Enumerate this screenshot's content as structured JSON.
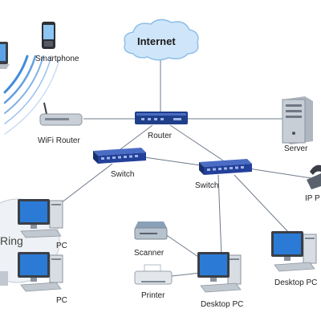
{
  "diagram": {
    "background": "#ffffff",
    "colors": {
      "link": "#6e7b8b",
      "wifi_wave": "#2f7fd6",
      "cloud": "#cfe6fa",
      "cloud_stroke": "#8fbfe8",
      "router_body": "#1f3f8a",
      "switch_body": "#23409a",
      "monitor_screen": "#2b7bd6",
      "pc_case": "#d8dde3",
      "server_case": "#c8ced6"
    },
    "nodes": {
      "internet": {
        "label": "Internet",
        "icon": "cloud-icon"
      },
      "router": {
        "label": "Router",
        "icon": "router-icon"
      },
      "server": {
        "label": "Server",
        "icon": "server-icon"
      },
      "wifi_router": {
        "label": "WiFi Router",
        "icon": "wifi-router-icon"
      },
      "smartphone": {
        "label": "Smartphone",
        "icon": "smartphone-icon"
      },
      "laptop": {
        "label": "",
        "icon": "laptop-icon"
      },
      "switch_left": {
        "label": "Switch",
        "icon": "network-switch-icon"
      },
      "switch_right": {
        "label": "Switch",
        "icon": "network-switch-icon"
      },
      "ip_phone": {
        "label": "IP P",
        "icon": "ip-phone-icon"
      },
      "ring": {
        "label": "Ring",
        "icon": "token-ring-icon"
      },
      "pc_upper": {
        "label": "PC",
        "icon": "desktop-pc-icon"
      },
      "pc_lower": {
        "label": "PC",
        "icon": "desktop-pc-icon"
      },
      "scanner": {
        "label": "Scanner",
        "icon": "scanner-icon"
      },
      "printer": {
        "label": "Printer",
        "icon": "printer-icon"
      },
      "desktop_center": {
        "label": "Desktop PC",
        "icon": "desktop-pc-icon"
      },
      "desktop_right": {
        "label": "Desktop PC",
        "icon": "desktop-pc-icon"
      }
    },
    "links": [
      [
        "internet",
        "router"
      ],
      [
        "wifi_router",
        "router"
      ],
      [
        "router",
        "server"
      ],
      [
        "router",
        "switch_left"
      ],
      [
        "router",
        "switch_right"
      ],
      [
        "switch_left",
        "switch_right"
      ],
      [
        "switch_left",
        "pc_upper"
      ],
      [
        "switch_right",
        "ip_phone"
      ],
      [
        "switch_right",
        "desktop_center"
      ],
      [
        "switch_right",
        "desktop_right"
      ],
      [
        "scanner",
        "desktop_center"
      ],
      [
        "printer",
        "desktop_center"
      ]
    ]
  }
}
